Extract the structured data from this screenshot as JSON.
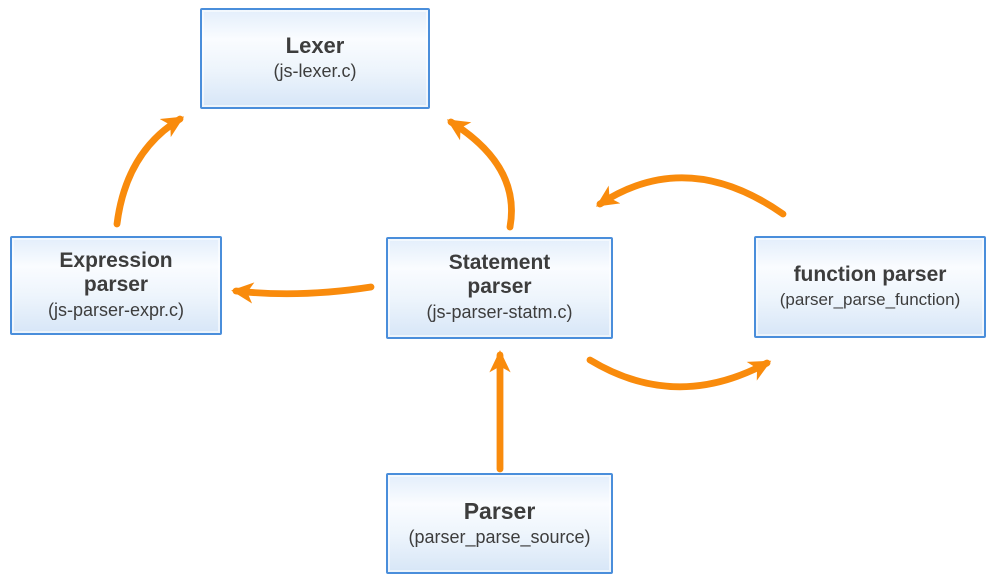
{
  "diagram": {
    "title": "Parser architecture diagram",
    "colors": {
      "arrow": "#f98b0c",
      "box_border": "#4a8edb",
      "box_fill_top": "#e3eefb",
      "box_fill_bottom": "#d7e6f7",
      "text": "#3d3d3d"
    },
    "nodes": {
      "lexer": {
        "title": "Lexer",
        "subtitle": "(js-lexer.c)"
      },
      "expression_parser": {
        "title": "Expression parser",
        "subtitle": "(js-parser-expr.c)"
      },
      "statement_parser": {
        "title": "Statement parser",
        "subtitle": "(js-parser-statm.c)"
      },
      "function_parser": {
        "title": "function parser",
        "subtitle": "(parser_parse_function)"
      },
      "parser": {
        "title": "Parser",
        "subtitle": "(parser_parse_source)"
      }
    },
    "edges": [
      {
        "from": "expression_parser",
        "to": "lexer"
      },
      {
        "from": "statement_parser",
        "to": "lexer"
      },
      {
        "from": "statement_parser",
        "to": "expression_parser"
      },
      {
        "from": "statement_parser",
        "to": "function_parser"
      },
      {
        "from": "function_parser",
        "to": "statement_parser"
      },
      {
        "from": "parser",
        "to": "statement_parser"
      }
    ]
  }
}
